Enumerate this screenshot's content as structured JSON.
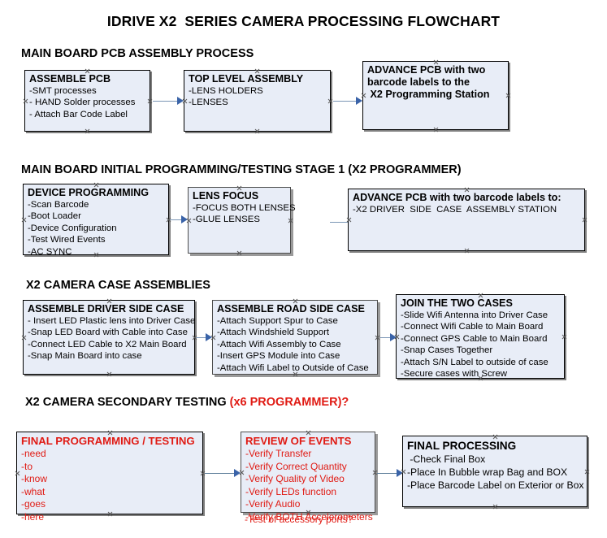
{
  "document": {
    "title": "IDRIVE X2  SERIES CAMERA PROCESSING FLOWCHART"
  },
  "sections": [
    {
      "id": "main-board-pcb-assembly",
      "heading": "MAIN BOARD PCB ASSEMBLY PROCESS",
      "heading_accent": "",
      "boxes": [
        {
          "id": "assemble-pcb",
          "title": "ASSEMBLE PCB",
          "title_color": "#000000",
          "lines": [
            "-SMT processes",
            "- HAND Solder processes",
            "- Attach Bar Code Label"
          ]
        },
        {
          "id": "top-level-assembly",
          "title": "TOP LEVEL ASSEMBLY",
          "title_color": "#000000",
          "lines": [
            "-LENS HOLDERS",
            "-LENSES"
          ]
        },
        {
          "id": "advance-pcb-to-x2-programming-station",
          "title": "ADVANCE PCB with two",
          "title_color": "#000000",
          "lines": [
            "barcode labels to the",
            " X2 Programming Station"
          ]
        }
      ]
    },
    {
      "id": "main-board-initial-programming",
      "heading": "MAIN BOARD INITIAL PROGRAMMING/TESTING STAGE 1 (X2 PROGRAMMER)",
      "heading_accent": "",
      "boxes": [
        {
          "id": "device-programming",
          "title": "DEVICE PROGRAMMING",
          "title_color": "#000000",
          "lines": [
            "-Scan Barcode",
            "-Boot Loader",
            "-Device Configuration",
            "-Test Wired Events",
            "-AC SYNC"
          ]
        },
        {
          "id": "lens-focus",
          "title": "LENS FOCUS",
          "title_color": "#000000",
          "lines": [
            "-FOCUS BOTH LENSES",
            "-GLUE LENSES"
          ]
        },
        {
          "id": "advance-pcb-to-driver-side-case",
          "title": "ADVANCE PCB with two barcode labels to:",
          "title_color": "#000000",
          "lines": [
            "-X2 DRIVER  SIDE  CASE  ASSEMBLY STATION"
          ]
        }
      ]
    },
    {
      "id": "x2-camera-case-assemblies",
      "heading": "X2 CAMERA CASE ASSEMBLIES",
      "heading_accent": "",
      "boxes": [
        {
          "id": "assemble-driver-side-case",
          "title": "ASSEMBLE DRIVER SIDE CASE",
          "title_color": "#000000",
          "lines": [
            "- Insert LED Plastic lens into Driver Case",
            "-Snap LED Board with Cable into Case",
            "-Connect LED Cable to X2 Main Board",
            "-Snap Main Board into case"
          ]
        },
        {
          "id": "assemble-road-side-case",
          "title": "ASSEMBLE ROAD SIDE CASE",
          "title_color": "#000000",
          "lines": [
            "-Attach Support Spur to Case",
            "-Attach Windshield Support",
            "-Attach Wifi Assembly to Case",
            "-Insert GPS Module into Case",
            "-Attach Wifi Label to Outside of Case"
          ]
        },
        {
          "id": "join-the-two-cases",
          "title": "JOIN THE TWO CASES",
          "title_color": "#000000",
          "lines": [
            "-Slide Wifi Antenna into Driver Case",
            "-Connect Wifi Cable to Main Board",
            "-Connect GPS Cable to Main Board",
            "-Snap Cases Together",
            "-Attach S/N Label to outside of case",
            "-Secure cases with Screw"
          ]
        }
      ]
    },
    {
      "id": "x2-camera-secondary-testing",
      "heading": "X2 CAMERA SECONDARY TESTING ",
      "heading_accent": "(x6 PROGRAMMER)?",
      "boxes": [
        {
          "id": "final-programming-testing",
          "title": "FINAL PROGRAMMING / TESTING",
          "title_color": "#e01b14",
          "lines": [
            "-need",
            "-to",
            "-know",
            "-what",
            "-goes",
            "-here"
          ]
        },
        {
          "id": "review-of-events",
          "title": "REVIEW OF EVENTS",
          "title_color": "#e01b14",
          "lines": [
            "-Verify Transfer",
            "-Verify Correct Quantity",
            "-Verify Quality of Video",
            "-Verify LEDs function",
            "-Verify Audio",
            "-Verify BOTH Accelerometers"
          ],
          "overflow_line": "-Test of accessory ports?"
        },
        {
          "id": "final-processing",
          "title": "FINAL PROCESSING",
          "title_color": "#000000",
          "lines": [
            " -Check Final Box",
            "-Place In Bubble wrap Bag and BOX",
            "-Place Barcode Label on Exterior or Box"
          ]
        }
      ]
    }
  ],
  "colors": {
    "box_fill": "#e8edf7",
    "box_border": "#000000",
    "box_shadow": "#7f7f7f",
    "arrow_shaft": "#7b96b5",
    "arrow_head": "#3a63a8",
    "text": "#000000",
    "accent_red": "#e01b14",
    "handle": "#5a5a5a"
  }
}
